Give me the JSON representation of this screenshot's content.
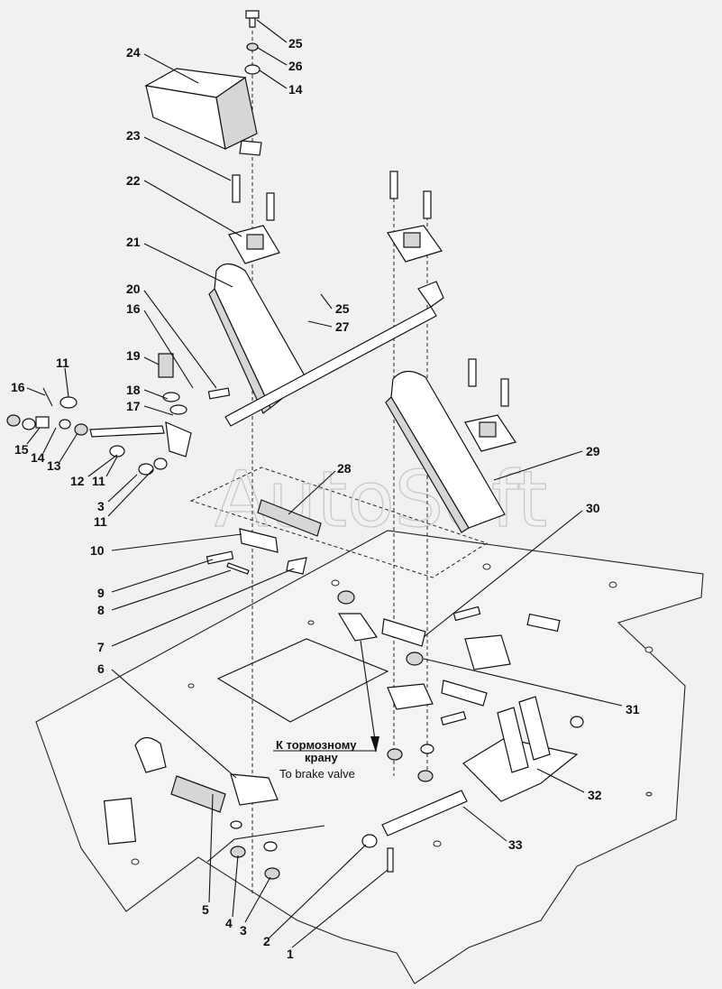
{
  "watermark": "AutoSoft",
  "annotation": {
    "ru_line1": "К тормозному",
    "ru_line2": "крану",
    "en": "To brake valve"
  },
  "callouts": [
    "25",
    "26",
    "14",
    "24",
    "23",
    "22",
    "21",
    "20",
    "16",
    "19",
    "18",
    "17",
    "11",
    "16",
    "15",
    "14",
    "13",
    "12",
    "11",
    "3",
    "11",
    "25",
    "27",
    "28",
    "29",
    "30",
    "10",
    "9",
    "8",
    "7",
    "6",
    "31",
    "32",
    "33",
    "5",
    "4",
    "3",
    "2",
    "1"
  ]
}
